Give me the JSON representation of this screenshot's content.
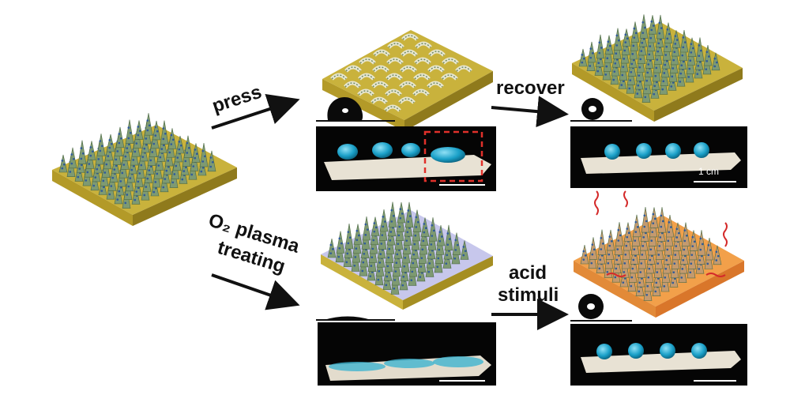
{
  "labels": {
    "press": "press",
    "recover": "recover",
    "o2_plasma": "O₂ plasma",
    "treating": "treating",
    "acid": "acid",
    "stimuli": "stimuli",
    "scale": "1 cm"
  },
  "colors": {
    "substrate_yellow": "#c9b23c",
    "substrate_side": "#a58e22",
    "plasma_top": "#c7c7ec",
    "orange_top": "#f2a04a",
    "orange_side": "#d9762a",
    "cone_fill": "#7e9a72",
    "droplet": "#1aa0c8",
    "arrow": "#111111",
    "red_box": "#e0302a",
    "wave": "#d42a2a"
  },
  "icons": [
    "arrow-icon",
    "droplet-icon",
    "contact-angle-droplet-icon",
    "cone-array-icon",
    "highlight-box-icon",
    "scale-bar-icon"
  ]
}
